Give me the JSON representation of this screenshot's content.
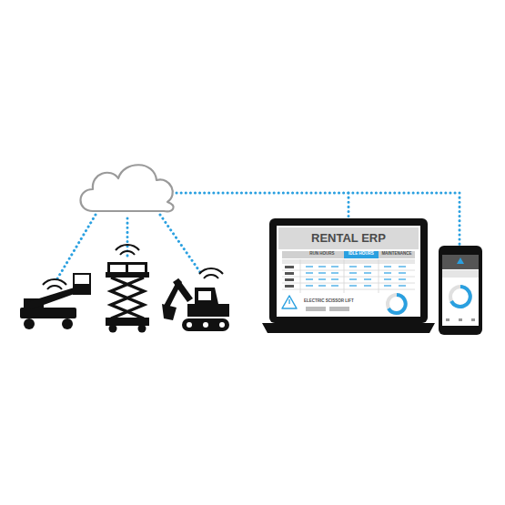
{
  "diagram": {
    "nodes": [
      {
        "text": [
          "RENTAL ERP"
        ]
      }
    ],
    "labels": [
      "RUN HOURS",
      "IDLE HOURS",
      "MAINTENANCE",
      "ELECTRIC SCISSOR LIFT"
    ]
  }
}
